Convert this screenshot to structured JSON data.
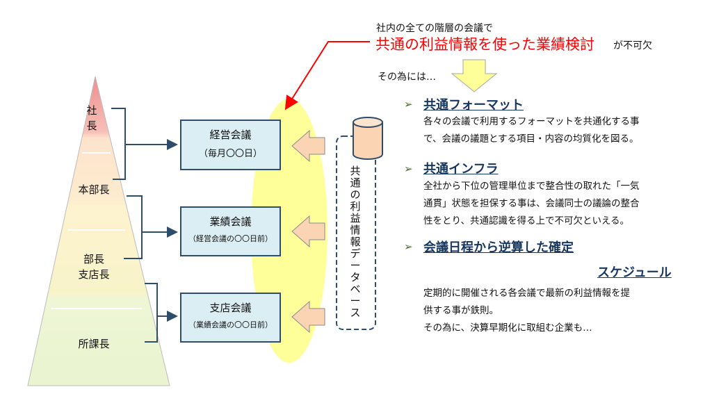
{
  "header": {
    "line1": "社内の全ての階層の会議で",
    "highlight": "共通の利益情報を使った業績検討",
    "suffix": "が不可欠",
    "therefore": "その為には…"
  },
  "pyramid": {
    "levels": [
      {
        "label": "社\n長",
        "color": "#f2a3a3"
      },
      {
        "label": "本部長",
        "color": "#fce0c8"
      },
      {
        "label": "部長\n支店長",
        "color": "#fdf1cc"
      },
      {
        "label": "所課長",
        "color": "#eef5d8"
      }
    ]
  },
  "meetings": [
    {
      "title": "経営会議",
      "subtitle": "（毎月〇〇日）"
    },
    {
      "title": "業績会議",
      "subtitle": "（経営会議の〇〇日前）"
    },
    {
      "title": "支店会議",
      "subtitle": "（業績会議の〇〇日前）"
    }
  ],
  "database": {
    "label": "共通の利益情報データベース"
  },
  "sections": [
    {
      "heading": "共通フォーマット",
      "lines": [
        "各々の会議で利用するフォーマットを共通化する事",
        "で、会議の議題とする項目・内容の均質化を図る。"
      ]
    },
    {
      "heading": "共通インフラ",
      "lines": [
        "全社から下位の管理単位まで整合性の取れた「一気",
        "通貫」状態を担保する事は、会議同士の議論の整合",
        "性をとり、共通認識を得る上で不可欠といえる。"
      ]
    },
    {
      "heading": "会議日程から逆算した確定",
      "heading2": "スケジュール",
      "lines": [
        "定期的に開催される各会議で最新の利益情報を提",
        "供する事が鉄則。",
        "その為に、決算早期化に取組む企業も…"
      ]
    }
  ],
  "colors": {
    "highlight_red": "#ff0000",
    "heading_navy": "#17375e",
    "ellipse_yellow": "#ffff99",
    "box_fill": "#dbeef3",
    "arrow_fill": "#fbd4b4",
    "down_arrow_fill": "#ffff99"
  }
}
